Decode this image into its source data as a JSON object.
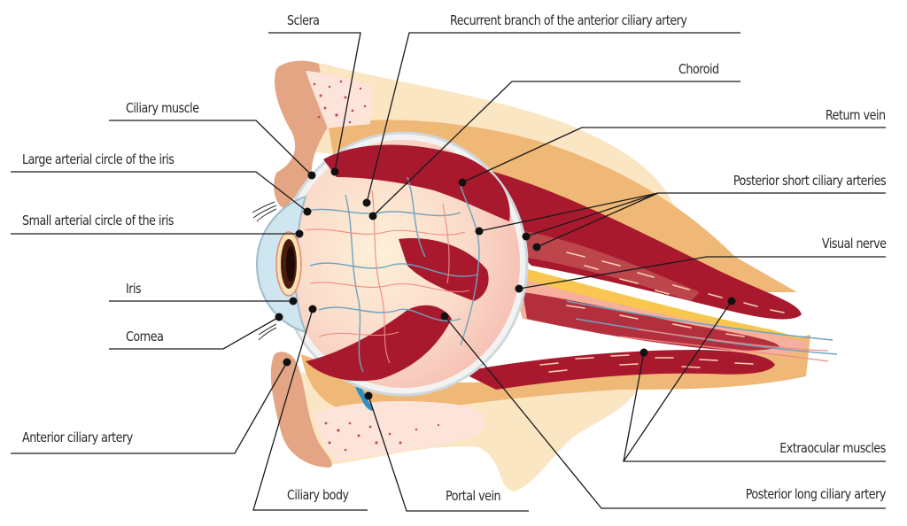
{
  "diagram": {
    "subject": "Cross-section of the human eye with blood supply",
    "labels": {
      "sclera": "Sclera",
      "recurrent_branch": "Recurrent branch of the anterior ciliary artery",
      "choroid": "Choroid",
      "ciliary_muscle": "Ciliary muscle",
      "return_vein": "Return vein",
      "large_arterial_circle": "Large arterial circle of the iris",
      "posterior_short_ciliary": "Posterior short ciliary arteries",
      "small_arterial_circle": "Small arterial circle of the iris",
      "visual_nerve": "Visual nerve",
      "iris": "Iris",
      "cornea": "Cornea",
      "anterior_ciliary_artery": "Anterior ciliary artery",
      "extraocular_muscles": "Extraocular muscles",
      "ciliary_body": "Ciliary body",
      "portal_vein": "Portal vein",
      "posterior_long_ciliary": "Posterior long ciliary artery"
    },
    "colors": {
      "muscle": "#a8192e",
      "muscle_light": "#c0392b",
      "vein": "#6fa3bf",
      "artery": "#f08a80",
      "fat": "#efb877",
      "fat_light": "#fbe6c4",
      "bone": "#e3a583",
      "bone_inner": "#fde4da",
      "nerve_yellow": "#f9c74f",
      "leader_line": "#1a1a1a",
      "portal_vein_blue": "#2f8fc1"
    }
  }
}
